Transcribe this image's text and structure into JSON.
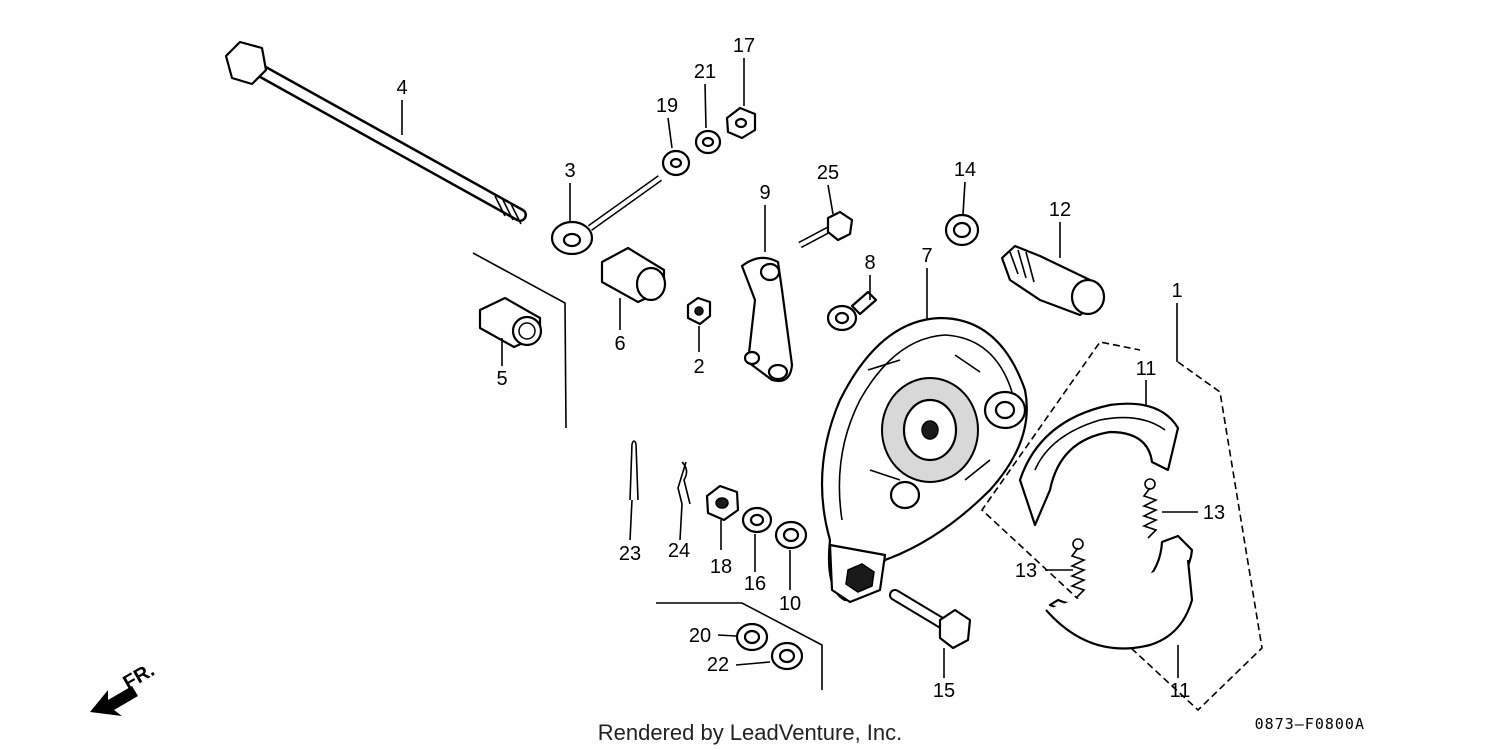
{
  "callouts": {
    "p1": "1",
    "p2": "2",
    "p3": "3",
    "p4": "4",
    "p5": "5",
    "p6": "6",
    "p7": "7",
    "p8": "8",
    "p9": "9",
    "p10": "10",
    "p11a": "11",
    "p11b": "11",
    "p12": "12",
    "p13a": "13",
    "p13b": "13",
    "p14": "14",
    "p15": "15",
    "p16": "16",
    "p17": "17",
    "p18": "18",
    "p19": "19",
    "p20": "20",
    "p21": "21",
    "p22": "22",
    "p23": "23",
    "p24": "24",
    "p25": "25"
  },
  "front_indicator": "FR.",
  "credit": "Rendered by LeadVenture, Inc.",
  "diagram_code": "0873–F0800A"
}
